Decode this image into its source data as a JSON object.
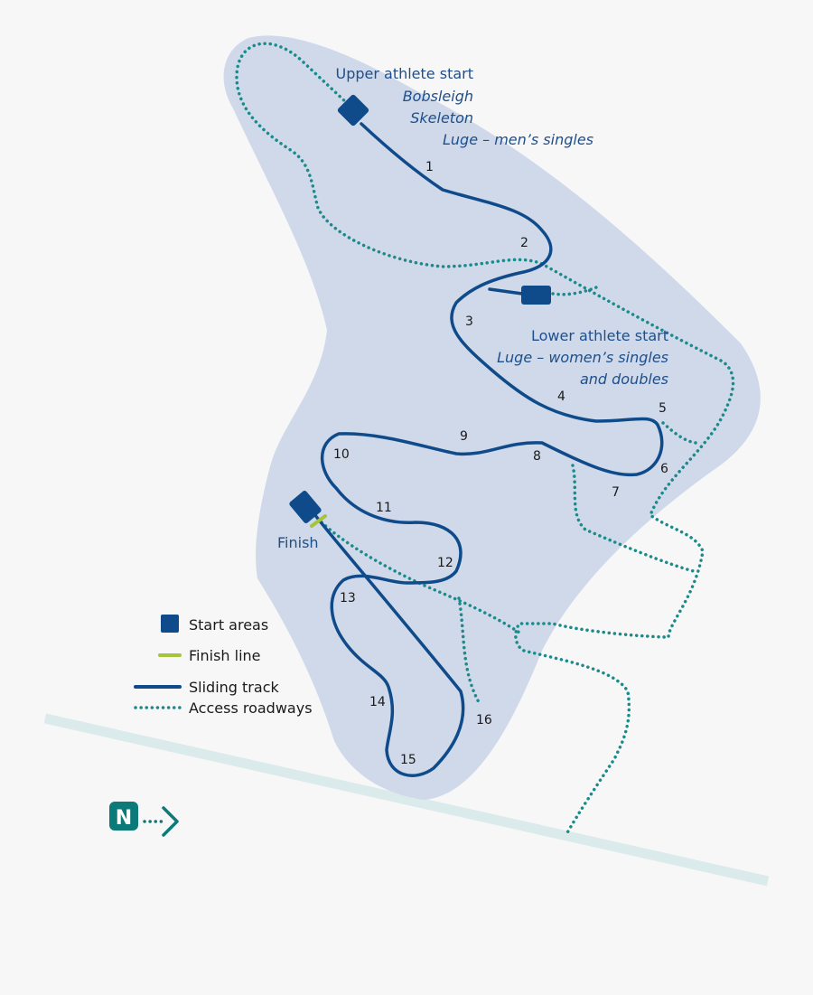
{
  "labels": {
    "upper_start": "Upper athlete start",
    "upper_events": [
      "Bobsleigh",
      "Skeleton",
      "Luge – men’s singles"
    ],
    "lower_start": "Lower athlete start",
    "lower_events": [
      "Luge – women’s singles",
      "and doubles"
    ],
    "finish": "Finish"
  },
  "turns": [
    "1",
    "2",
    "3",
    "4",
    "5",
    "6",
    "7",
    "8",
    "9",
    "10",
    "11",
    "12",
    "13",
    "14",
    "15",
    "16"
  ],
  "legend": {
    "start_areas": "Start areas",
    "finish_line": "Finish line",
    "sliding_track": "Sliding track",
    "access_roadways": "Access roadways"
  },
  "north": {
    "letter": "N"
  },
  "colors": {
    "area": "#cfd9e9",
    "track": "#0f4a8a",
    "road": "#1b8a8a",
    "finish_line": "#a6c43a",
    "highway": "#dbeaea",
    "north_badge": "#0d7a7a"
  }
}
